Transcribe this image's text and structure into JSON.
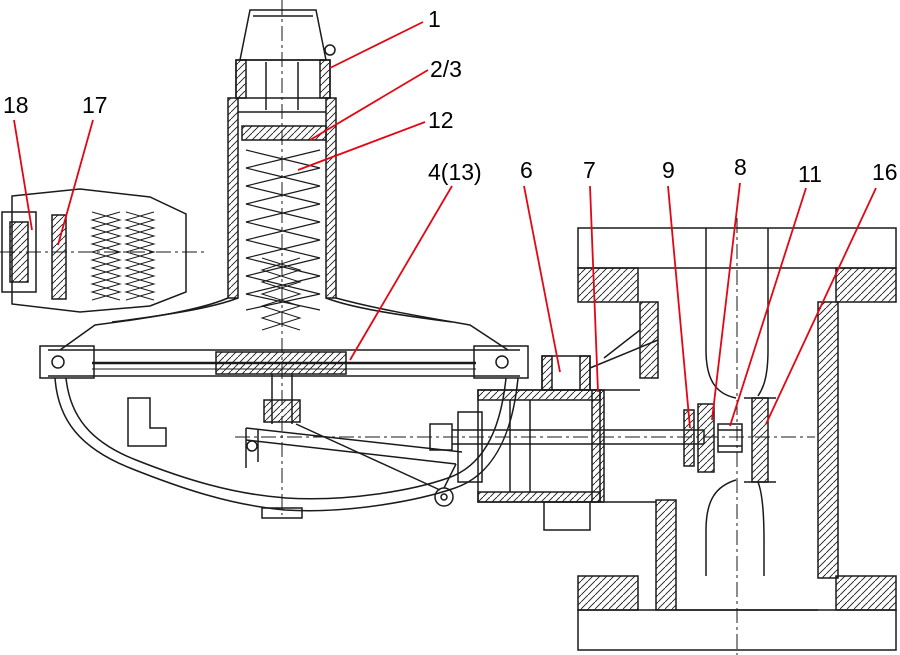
{
  "figure": {
    "callouts": [
      {
        "label": "1"
      },
      {
        "label": "2/3"
      },
      {
        "label": "12"
      },
      {
        "label": "4(13)"
      },
      {
        "label": "6"
      },
      {
        "label": "7"
      },
      {
        "label": "9"
      },
      {
        "label": "8"
      },
      {
        "label": "11"
      },
      {
        "label": "16"
      },
      {
        "label": "18"
      },
      {
        "label": "17"
      }
    ],
    "colors": {
      "leader_line": "#e30613",
      "drawing_line": "#1a1a1a",
      "background": "#ffffff"
    }
  }
}
